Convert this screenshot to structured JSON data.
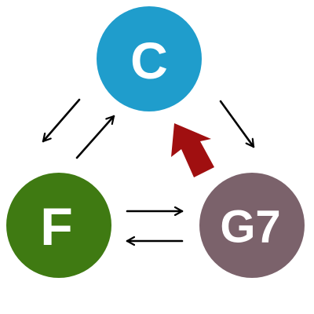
{
  "nodes": {
    "c": {
      "label": "C",
      "color": "#1f9dcc"
    },
    "f": {
      "label": "F",
      "color": "#3f7a12"
    },
    "g7": {
      "label": "G7",
      "color": "#7b626b"
    }
  },
  "colors": {
    "arrow": "#000000",
    "highlight_arrow": "#a00f10",
    "background": "#ffffff"
  },
  "edges": [
    {
      "from": "C",
      "to": "F"
    },
    {
      "from": "F",
      "to": "C"
    },
    {
      "from": "C",
      "to": "G7"
    },
    {
      "from": "G7",
      "to": "C",
      "highlighted": true
    },
    {
      "from": "F",
      "to": "G7"
    },
    {
      "from": "G7",
      "to": "F"
    }
  ]
}
